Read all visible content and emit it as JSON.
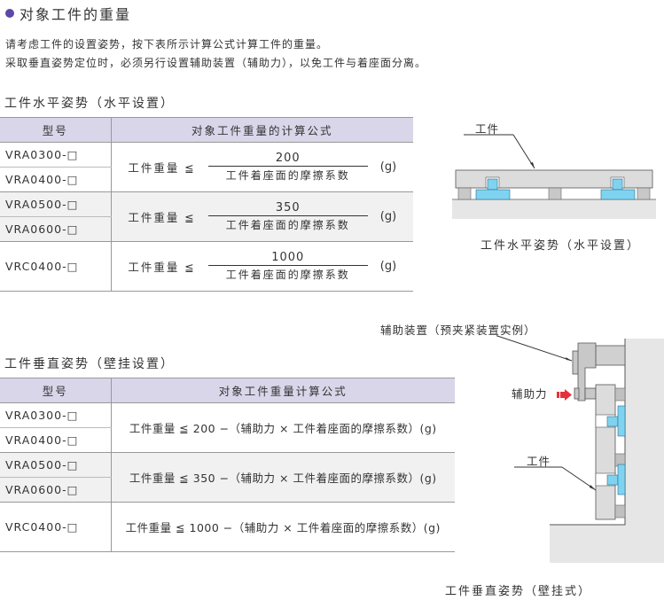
{
  "title": "对象工件的重量",
  "intro": [
    "请考虑工件的设置姿势，按下表所示计算公式计算工件的重量。",
    "采取垂直姿势定位时，必须另行设置辅助装置（辅助力），以免工件与着座面分离。"
  ],
  "horizontal": {
    "section_title": "工件水平姿势（水平设置）",
    "headers": [
      "型号",
      "对象工件重量的计算公式"
    ],
    "groups": [
      {
        "models": [
          "VRA0300-□",
          "VRA0400-□"
        ],
        "lhs": "工件重量 ≦",
        "numerator": "200",
        "denominator": "工件着座面的摩擦系数",
        "unit": "(g)"
      },
      {
        "models": [
          "VRA0500-□",
          "VRA0600-□"
        ],
        "lhs": "工件重量 ≦",
        "numerator": "350",
        "denominator": "工件着座面的摩擦系数",
        "unit": "(g)"
      },
      {
        "models": [
          "VRC0400-□"
        ],
        "lhs": "工件重量 ≦",
        "numerator": "1000",
        "denominator": "工件着座面的摩擦系数",
        "unit": "(g)"
      }
    ],
    "diagram": {
      "workpiece_label": "工件",
      "caption": "工件水平姿势（水平设置）"
    }
  },
  "vertical": {
    "section_title": "工件垂直姿势（壁挂设置）",
    "headers": [
      "型号",
      "对象工件重量计算公式"
    ],
    "groups": [
      {
        "models": [
          "VRA0300-□",
          "VRA0400-□"
        ],
        "formula": "工件重量 ≦ 200 −（辅助力 × 工件着座面的摩擦系数）(g)"
      },
      {
        "models": [
          "VRA0500-□",
          "VRA0600-□"
        ],
        "formula": "工件重量 ≦ 350 −（辅助力 × 工件着座面的摩擦系数）(g)"
      },
      {
        "models": [
          "VRC0400-□"
        ],
        "formula": "工件重量 ≦ 1000 −（辅助力 × 工件着座面的摩擦系数）(g)"
      }
    ],
    "diagram": {
      "aux_device_label": "辅助装置（预夹紧装置实例）",
      "aux_force_label": "辅助力",
      "workpiece_label": "工件",
      "caption": "工件垂直姿势（壁挂式）"
    }
  },
  "colors": {
    "bullet": "#5b48a8",
    "table_header": "#d9d6ea",
    "row_shade": "#f1f1f1",
    "part_gray": "#d8d8d8",
    "base_gray": "#e6e6e6",
    "clamp_blue": "#7fd3f0",
    "force_arrow": "#e8303a"
  }
}
